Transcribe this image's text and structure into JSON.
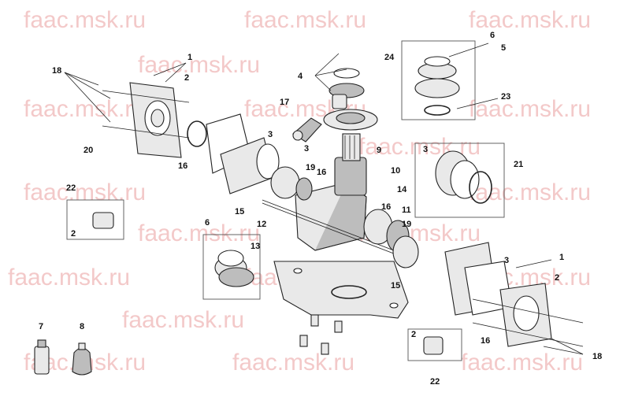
{
  "watermark": "faac.msk.ru",
  "callouts": {
    "c1_top": "1",
    "c2_top": "2",
    "c18_top": "18",
    "c20": "20",
    "c16_left": "16",
    "c22_left": "22",
    "c2_box_left": "2",
    "c3_a": "3",
    "c3_b": "3",
    "c15_a": "15",
    "c19_a": "19",
    "c16_mid": "16",
    "c12": "12",
    "c4": "4",
    "c24": "24",
    "c17": "17",
    "c6_top": "6",
    "c5": "5",
    "c23": "23",
    "c9": "9",
    "c10": "10",
    "c16_r": "16",
    "c11": "11",
    "c19_b": "19",
    "c3_right": "3",
    "c21": "21",
    "c14": "14",
    "c6_low": "6",
    "c13": "13",
    "c15_b": "15",
    "c3_low": "3",
    "c1_low": "1",
    "c2_low": "2",
    "c16_low": "16",
    "c18_low": "18",
    "c2_box_low": "2",
    "c22_low": "22",
    "c7": "7",
    "c8": "8"
  }
}
